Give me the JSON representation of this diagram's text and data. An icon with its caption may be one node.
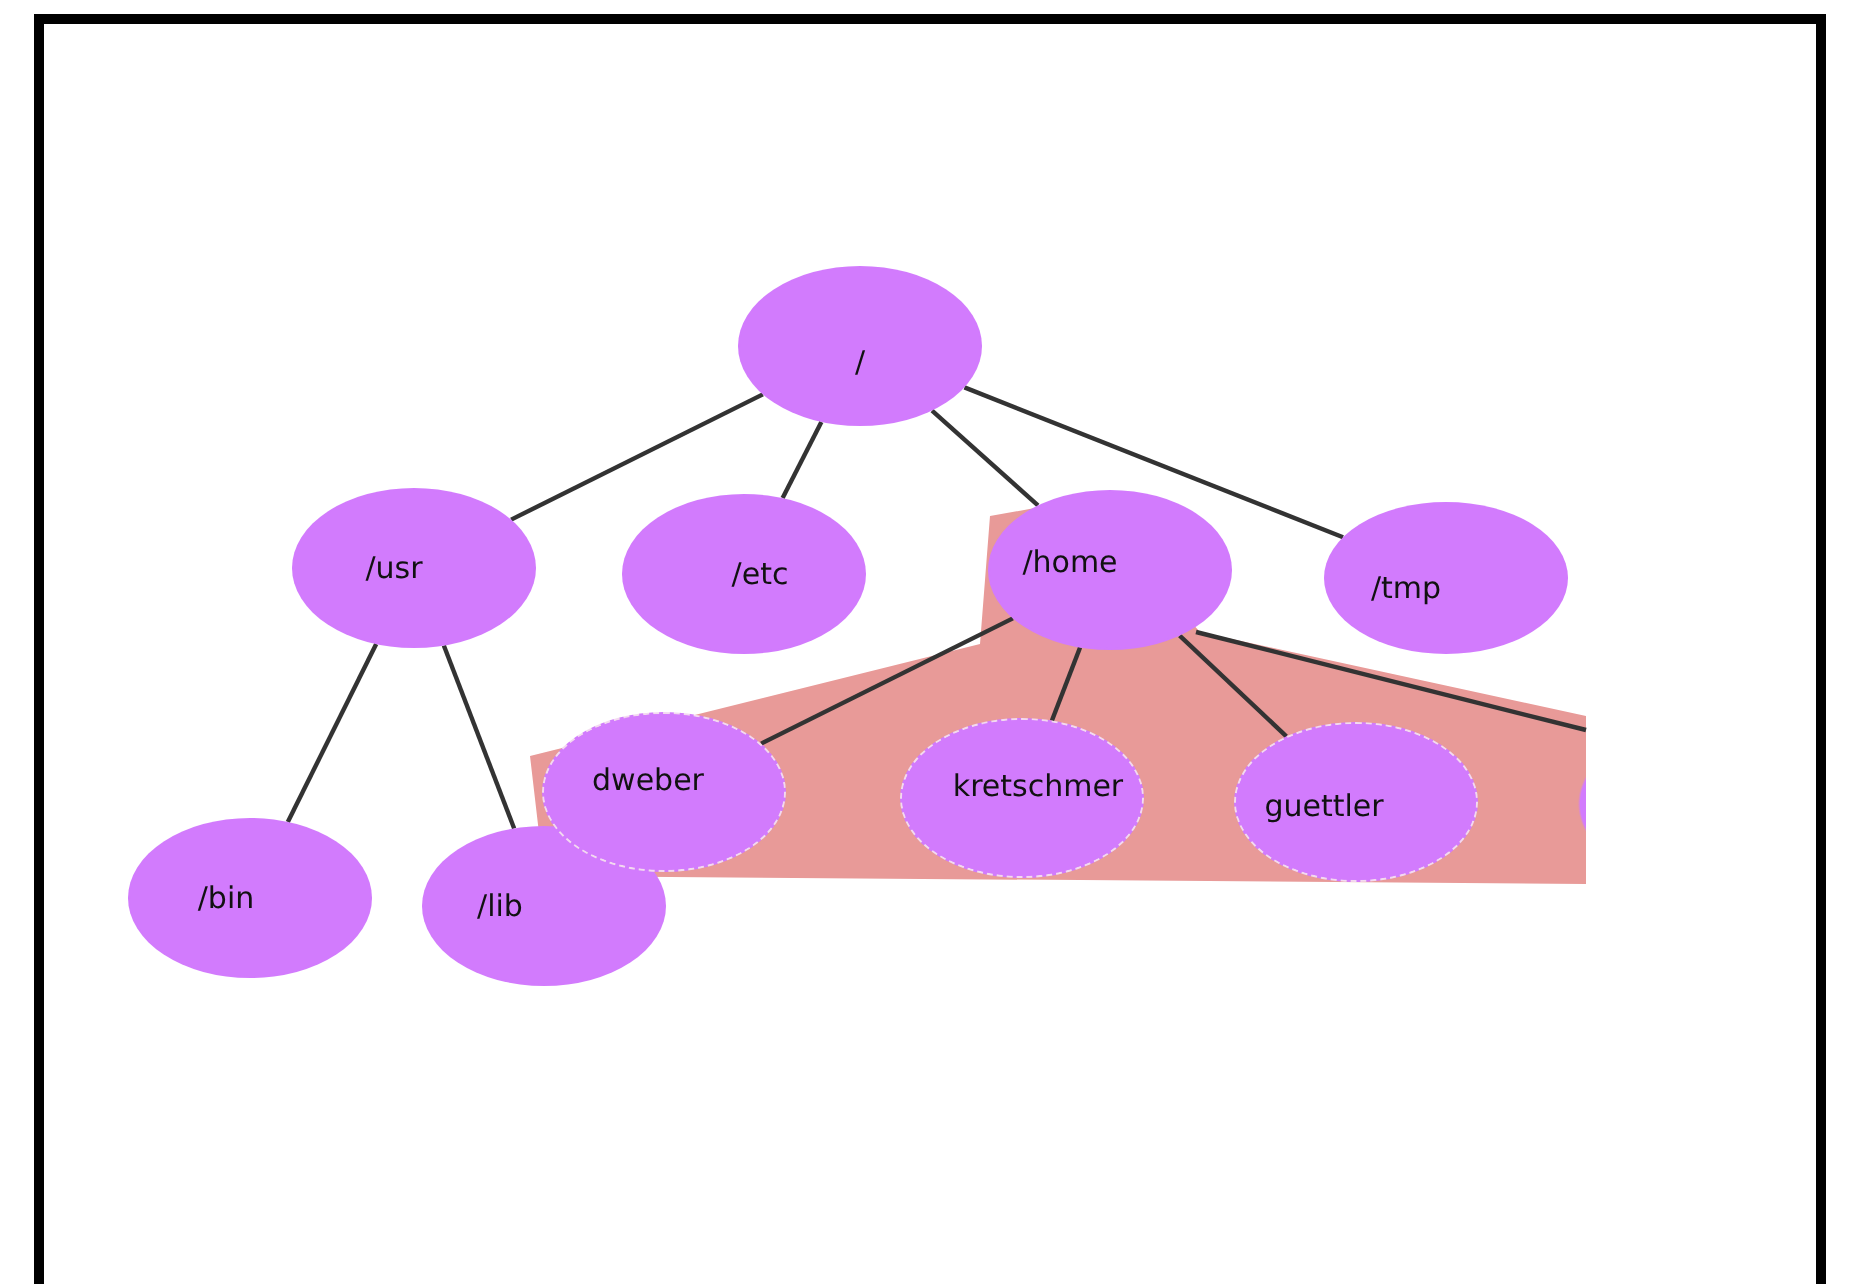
{
  "diagram": {
    "nodes": [
      {
        "text": [
          "/"
        ]
      },
      {
        "text": [
          "/usr"
        ]
      },
      {
        "text": [
          "/etc"
        ]
      },
      {
        "text": [
          "/home"
        ]
      },
      {
        "text": [
          "/tmp"
        ]
      },
      {
        "text": [
          "/bin"
        ]
      },
      {
        "text": [
          "/lib"
        ]
      },
      {
        "text": [],
        "shape": "box"
      },
      {
        "text": [
          "dweber"
        ],
        "in": 7
      },
      {
        "text": [
          "kretschmer"
        ],
        "in": 7
      },
      {
        "text": [
          "guettler"
        ],
        "in": 7
      },
      {
        "text": [],
        "shape": "circle",
        "in": 7
      }
    ],
    "edges": [
      {
        "from": 0,
        "to": 1,
        "arrow": "none"
      },
      {
        "from": 0,
        "to": 2,
        "arrow": "none"
      },
      {
        "from": 0,
        "to": 3,
        "arrow": "none"
      },
      {
        "from": 0,
        "to": 4,
        "arrow": "none"
      },
      {
        "from": 1,
        "to": 5,
        "arrow": "none"
      },
      {
        "from": 1,
        "to": 6,
        "arrow": "none"
      },
      {
        "from": 3,
        "to": 8,
        "arrow": "none"
      },
      {
        "from": 3,
        "to": 9,
        "arrow": "none"
      },
      {
        "from": 3,
        "to": 10,
        "arrow": "none"
      },
      {
        "from": 3,
        "to": 11,
        "arrow": "none"
      }
    ]
  }
}
